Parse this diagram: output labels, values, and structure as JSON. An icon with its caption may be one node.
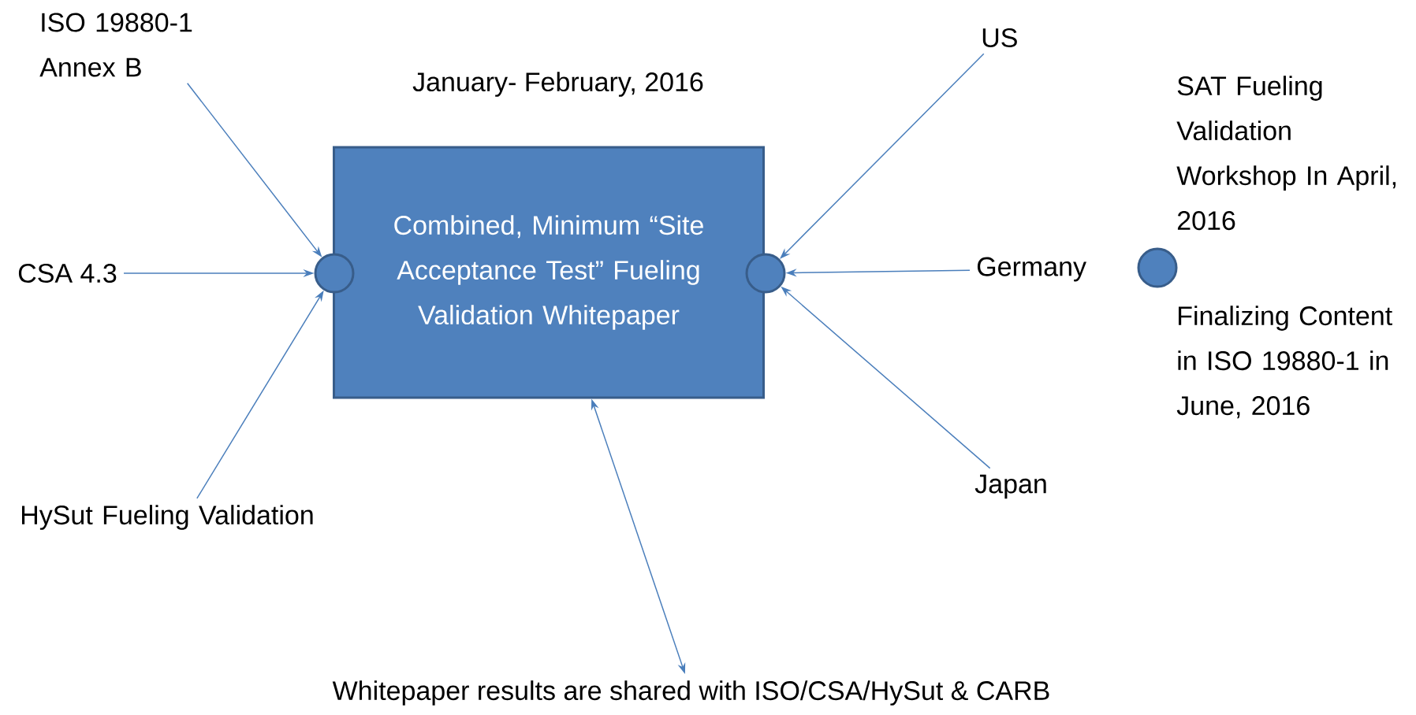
{
  "diagram": {
    "nodes": [
      {
        "text": [
          "ISO 19880-1 Annex B"
        ]
      },
      {
        "text": [
          "CSA 4.3"
        ]
      },
      {
        "text": [
          "HySut Fueling Validation"
        ]
      },
      {
        "text": [
          "Combined, Minimum “Site Acceptance Test” Fueling Validation Whitepaper"
        ]
      },
      {
        "text": [],
        "shape": "circle"
      },
      {
        "text": [],
        "shape": "circle"
      },
      {
        "text": [
          "US"
        ]
      },
      {
        "text": [
          "Germany"
        ]
      },
      {
        "text": [
          "Japan"
        ]
      },
      {
        "text": [
          "Whitepaper results are shared with ISO/CSA/HySut & CARB"
        ]
      },
      {
        "text": [],
        "shape": "circle",
        "beside": [
          "SAT Fueling Validation Workshop In April, 2016",
          "Finalizing Content in ISO 19880-1 in June, 2016"
        ]
      }
    ],
    "edges": [
      {
        "from": 0,
        "to": 4,
        "arrow": "to"
      },
      {
        "from": 1,
        "to": 4,
        "arrow": "to"
      },
      {
        "from": 2,
        "to": 4,
        "arrow": "to"
      },
      {
        "from": 6,
        "to": 5,
        "arrow": "to"
      },
      {
        "from": 7,
        "to": 5,
        "arrow": "to"
      },
      {
        "from": 8,
        "to": 5,
        "arrow": "to"
      },
      {
        "from": 3,
        "to": 9,
        "arrow": "both"
      }
    ],
    "labels": [
      "January- February, 2016"
    ]
  }
}
